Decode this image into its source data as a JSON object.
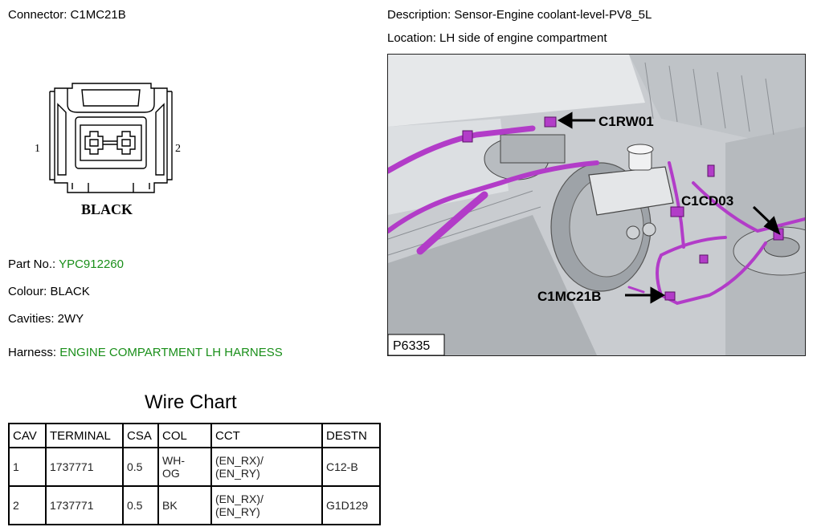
{
  "header": {
    "connector": "Connector: C1MC21B",
    "description": "Description: Sensor-Engine coolant-level-PV8_5L",
    "location": "Location: LH side of engine compartment"
  },
  "connector_drawing": {
    "pin_left": "1",
    "pin_right": "2",
    "color_label": "BLACK"
  },
  "info": {
    "part_no_label": "Part No.:",
    "part_no_value": "YPC912260",
    "colour": "Colour: BLACK",
    "cavities": "Cavities: 2WY",
    "harness_label": "Harness:",
    "harness_value": "ENGINE COMPARTMENT LH HARNESS"
  },
  "photo": {
    "callouts": [
      "C1RW01",
      "C1CD03",
      "C1MC21B"
    ],
    "ref": "P6335"
  },
  "wire_chart": {
    "title": "Wire Chart",
    "headers": [
      "CAV",
      "TERMINAL",
      "CSA",
      "COL",
      "CCT",
      "DESTN"
    ],
    "rows": [
      [
        "1",
        "1737771",
        "0.5",
        "WH-\nOG",
        "(EN_RX)/\n(EN_RY)",
        "C12-B"
      ],
      [
        "2",
        "1737771",
        "0.5",
        "BK",
        "(EN_RX)/\n(EN_RY)",
        "G1D129"
      ]
    ]
  },
  "colors": {
    "green_text": "#1a8f1a",
    "harness_magenta": "#b23cc8",
    "photo_bg": "#d4d7da"
  }
}
